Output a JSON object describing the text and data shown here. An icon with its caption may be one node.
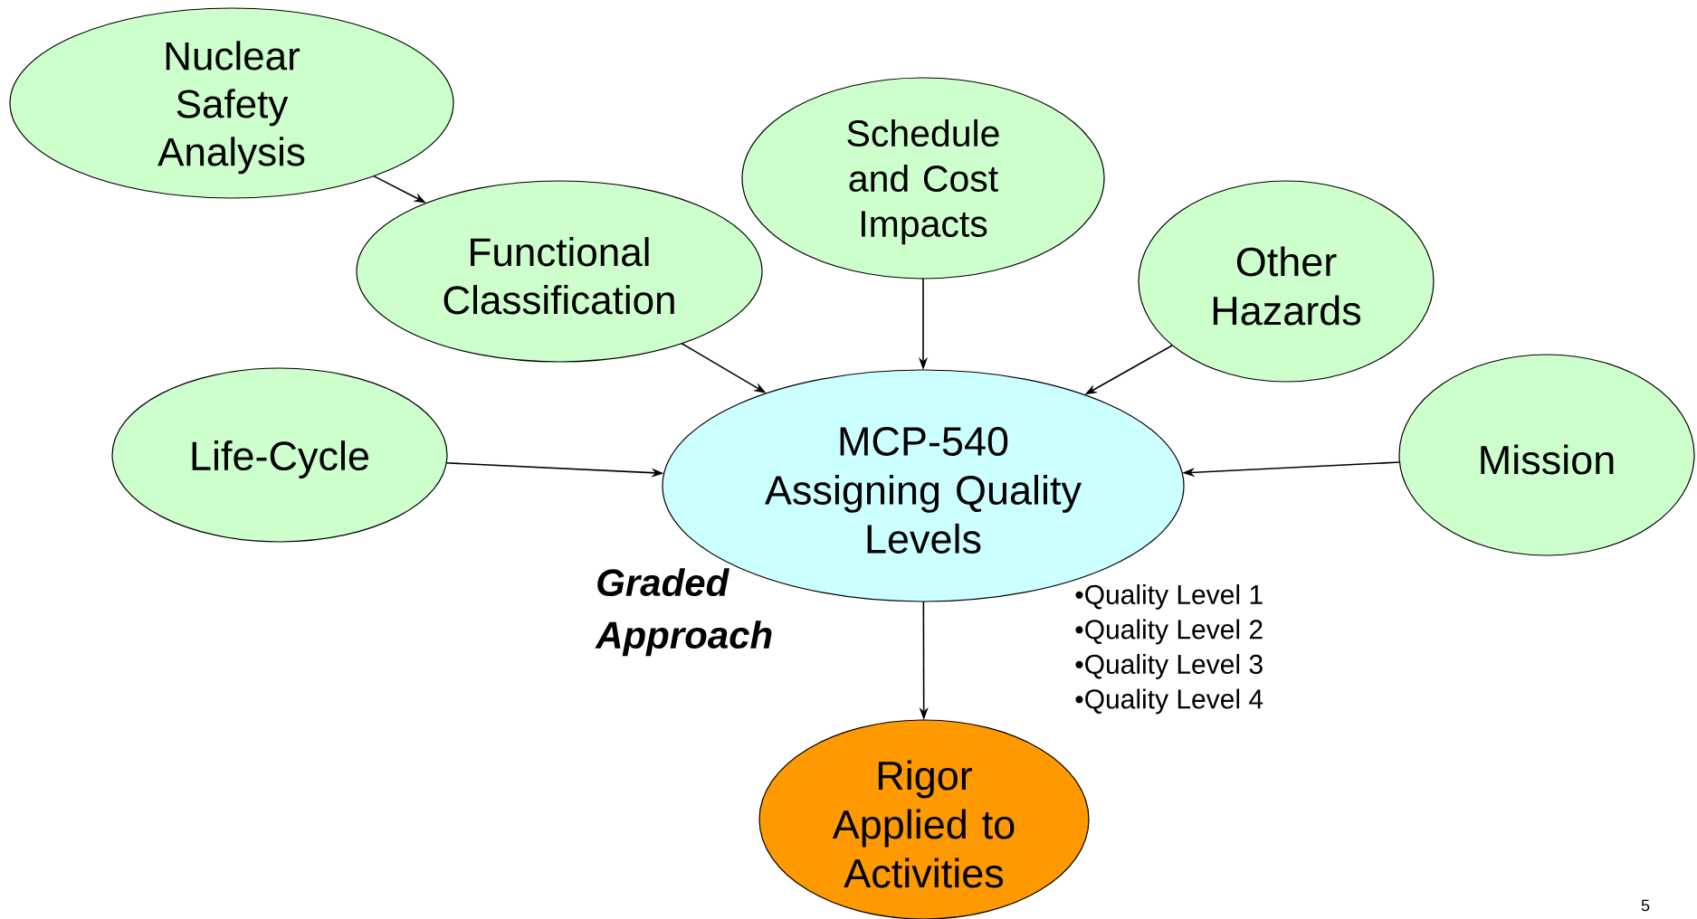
{
  "diagram": {
    "nodes": [
      {
        "text": [
          "Nuclear Safety Analysis"
        ]
      },
      {
        "text": [
          "Functional Classification"
        ]
      },
      {
        "text": [
          "Schedule and Cost Impacts"
        ]
      },
      {
        "text": [
          "Other Hazards"
        ]
      },
      {
        "text": [
          "Life-Cycle"
        ]
      },
      {
        "text": [
          "MCP-540 Assigning Quality Levels"
        ]
      },
      {
        "text": [
          "Mission"
        ]
      },
      {
        "text": [
          "Rigor Applied to Activities"
        ]
      }
    ],
    "edges": [
      {
        "from": 0,
        "to": 1,
        "arrow": "to"
      },
      {
        "from": 1,
        "to": 5,
        "arrow": "to"
      },
      {
        "from": 2,
        "to": 5,
        "arrow": "to"
      },
      {
        "from": 3,
        "to": 5,
        "arrow": "to"
      },
      {
        "from": 4,
        "to": 5,
        "arrow": "to"
      },
      {
        "from": 6,
        "to": 5,
        "arrow": "to"
      },
      {
        "from": 5,
        "to": 7,
        "arrow": "to"
      }
    ],
    "labels": [
      "Graded Approach",
      "•Quality Level 1",
      "•Quality Level 2",
      "•Quality Level 3",
      "•Quality Level 4",
      "5"
    ]
  }
}
